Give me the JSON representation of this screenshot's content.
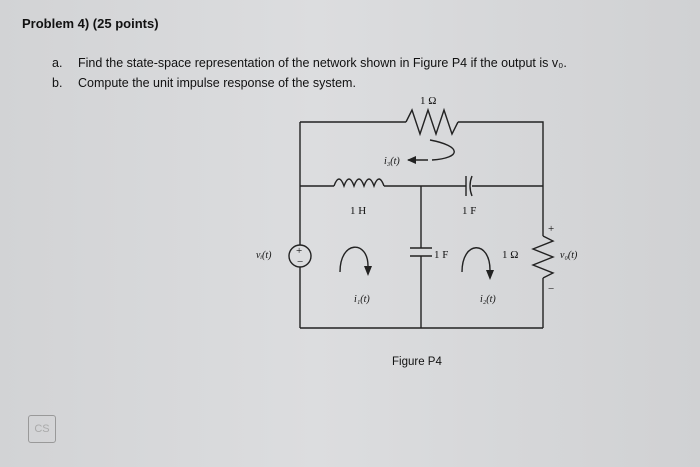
{
  "problem": {
    "title": "Problem 4) (25 points)",
    "items": [
      {
        "label": "a.",
        "text": "Find the state-space representation of the network shown in Figure P4 if the output is v₀."
      },
      {
        "label": "b.",
        "text": "Compute the unit impulse response of the system."
      }
    ]
  },
  "figure": {
    "caption": "Figure P4",
    "labels": {
      "top_resistor": "1 Ω",
      "i3": "i₃(t)",
      "inductor": "1 H",
      "cap_top": "1 F",
      "cap_mid": "1 F",
      "right_resistor": "1 Ω",
      "vi": "vᵢ(t)",
      "vo": "v₀(t)",
      "i1": "i₁(t)",
      "i2": "i₂(t)",
      "plus": "+",
      "minus": "−"
    }
  },
  "badge": {
    "text": "CS"
  }
}
